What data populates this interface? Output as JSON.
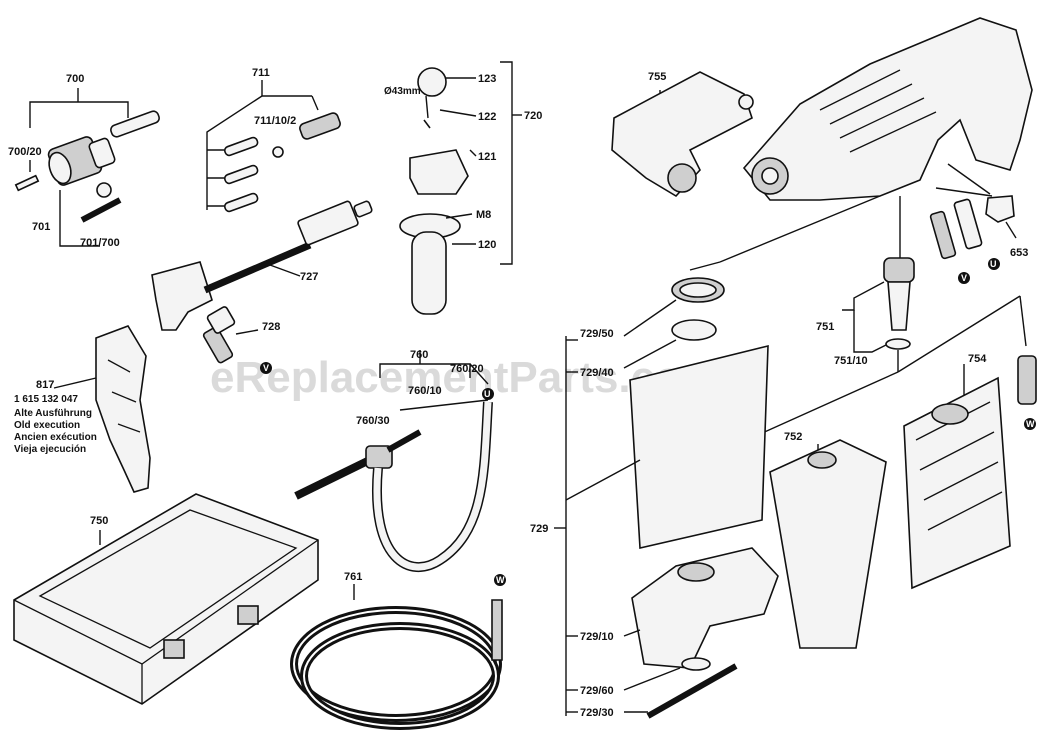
{
  "watermark": "eReplacementParts.com",
  "labels": {
    "p700": "700",
    "p700_20": "700/20",
    "p701": "701",
    "p701_700": "701/700",
    "p711": "711",
    "p711_10_2": "711/10/2",
    "p727": "727",
    "p728": "728",
    "p817": "817",
    "p817_num": "1 615 132 047",
    "p123": "123",
    "p122": "122",
    "p121": "121",
    "p120": "120",
    "p720": "720",
    "pM8": "M8",
    "pDia": "Ø43mm",
    "p760": "760",
    "p760_20": "760/20",
    "p760_10": "760/10",
    "p760_30": "760/30",
    "p761": "761",
    "p750": "750",
    "p755": "755",
    "p653": "653",
    "p751": "751",
    "p751_10": "751/10",
    "p754": "754",
    "p752": "752",
    "p729": "729",
    "p729_50": "729/50",
    "p729_40": "729/40",
    "p729_10": "729/10",
    "p729_60": "729/60",
    "p729_30": "729/30"
  },
  "old_execution_notes": [
    "Alte Ausführung",
    "Old execution",
    "Ancien exécution",
    "Vieja ejecución"
  ],
  "badges": {
    "v1": "V",
    "v2": "V",
    "u1": "U",
    "u2": "U",
    "w1": "W",
    "w2": "W"
  }
}
